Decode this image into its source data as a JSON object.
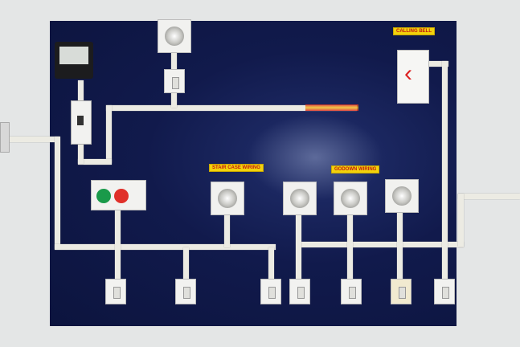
{
  "labels": {
    "calling_bell": "CALLING BELL",
    "stair_case_wiring": "STAIR CASE WIRING",
    "godown_wiring": "GODOWN WIRING"
  },
  "colors": {
    "board": "#111a4c",
    "label_bg": "#f2d20c",
    "label_text": "#c21a10"
  }
}
